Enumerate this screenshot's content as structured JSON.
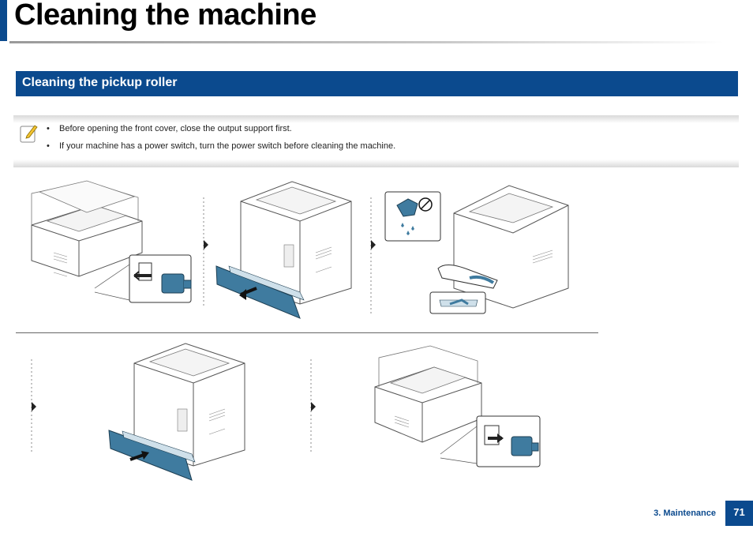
{
  "page": {
    "title": "Cleaning the machine",
    "section_title": "Cleaning the pickup roller",
    "footer_chapter": "3. Maintenance",
    "page_number": "71"
  },
  "note": {
    "icon": "pencil-note-icon",
    "items": [
      "Before opening the front cover, close the output support first.",
      "If your machine has a power switch, turn the power switch before cleaning the machine."
    ]
  },
  "colors": {
    "brand_blue": "#0b4a8e",
    "illustration_blue": "#3f7b9f"
  }
}
